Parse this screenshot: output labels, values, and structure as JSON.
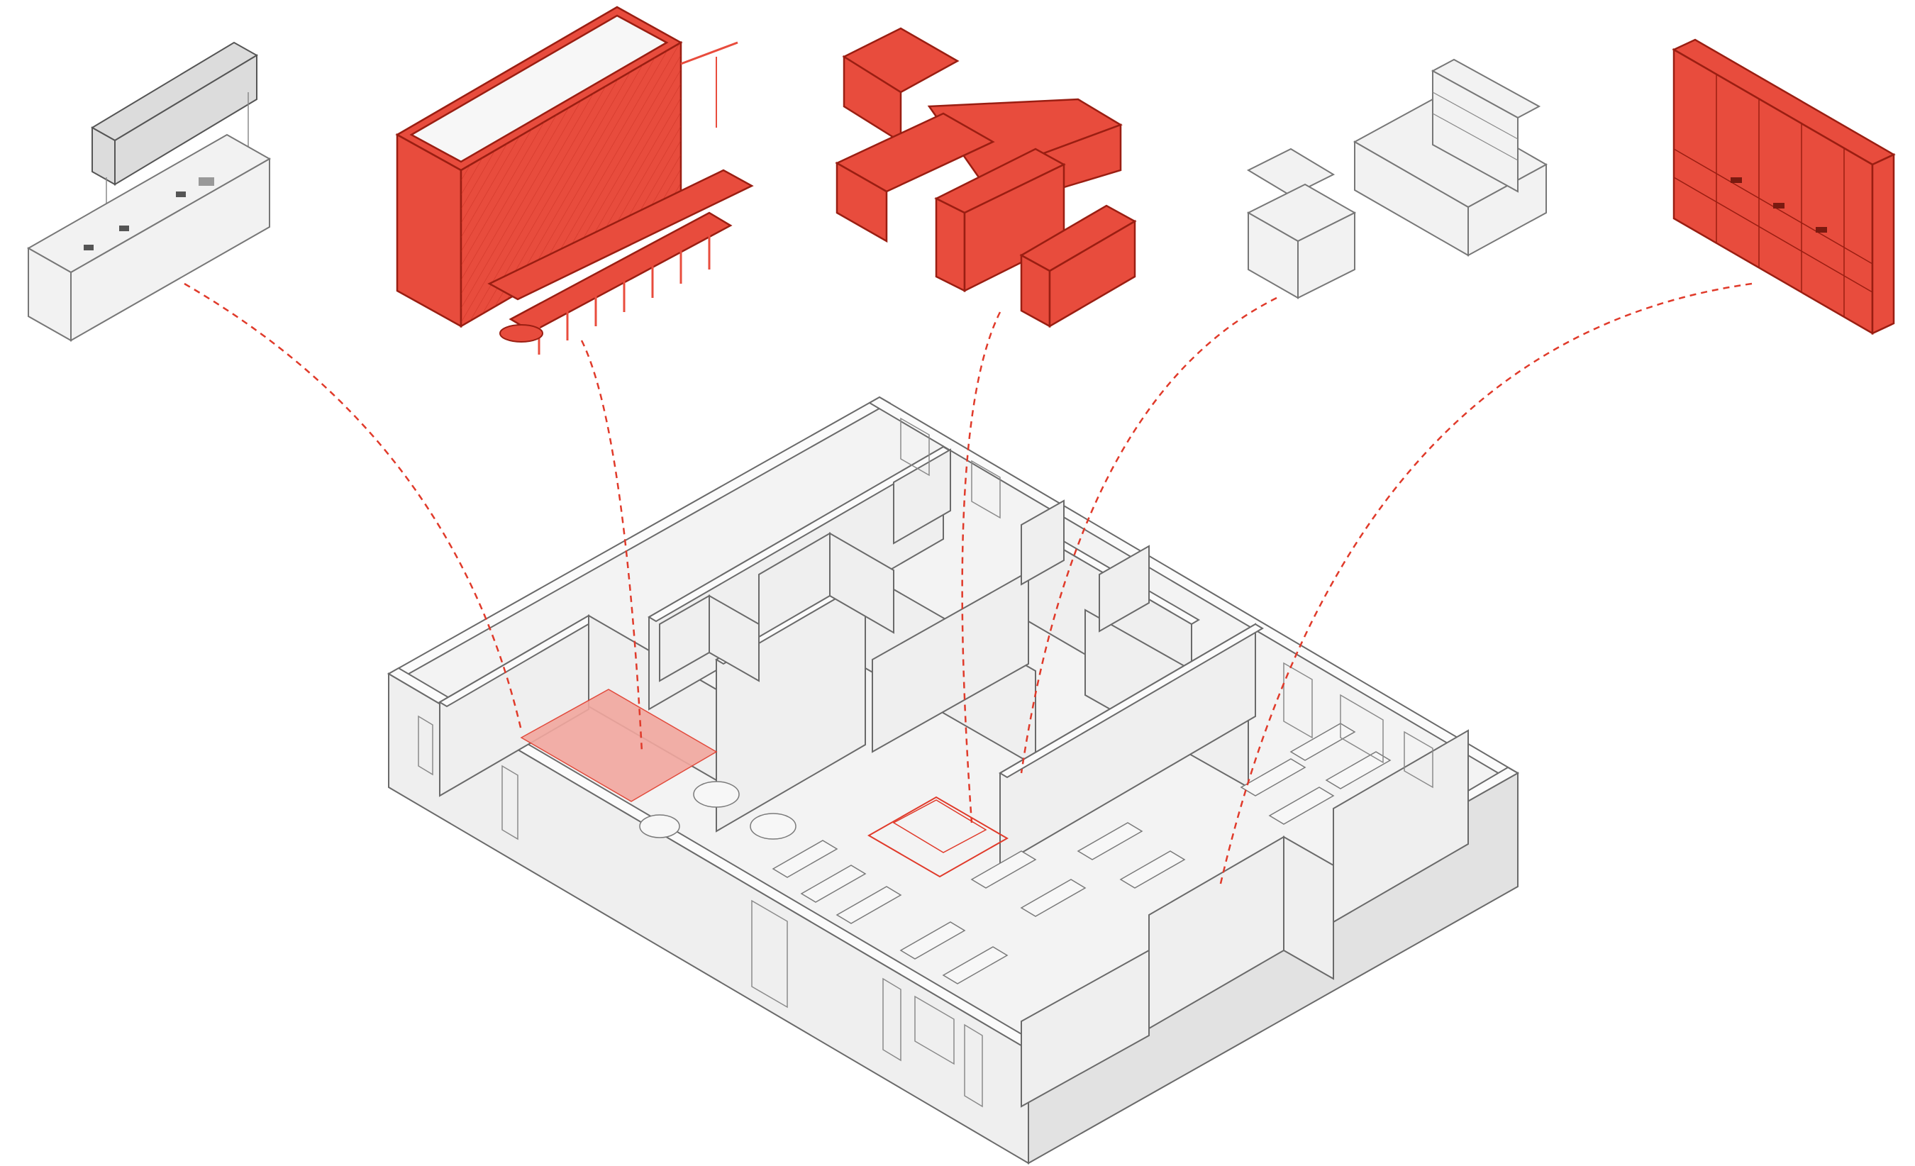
{
  "colors": {
    "accent": "#e84c3d",
    "accent_dark": "#9a1e12",
    "accent_floor": "#f2a79f",
    "module_gray": "#dcdcdc",
    "wall": "#efefef",
    "background": "#ffffff"
  },
  "modules": [
    {
      "id": "kitchenette-gray",
      "highlighted": false
    },
    {
      "id": "bench-seating-wall",
      "highlighted": true
    },
    {
      "id": "reception-counter",
      "highlighted": true
    },
    {
      "id": "serving-counter-shelving",
      "highlighted": false
    },
    {
      "id": "storage-wall-unit",
      "highlighted": true
    }
  ],
  "leader_lines": 5,
  "highlighted_floor_zones": 2
}
